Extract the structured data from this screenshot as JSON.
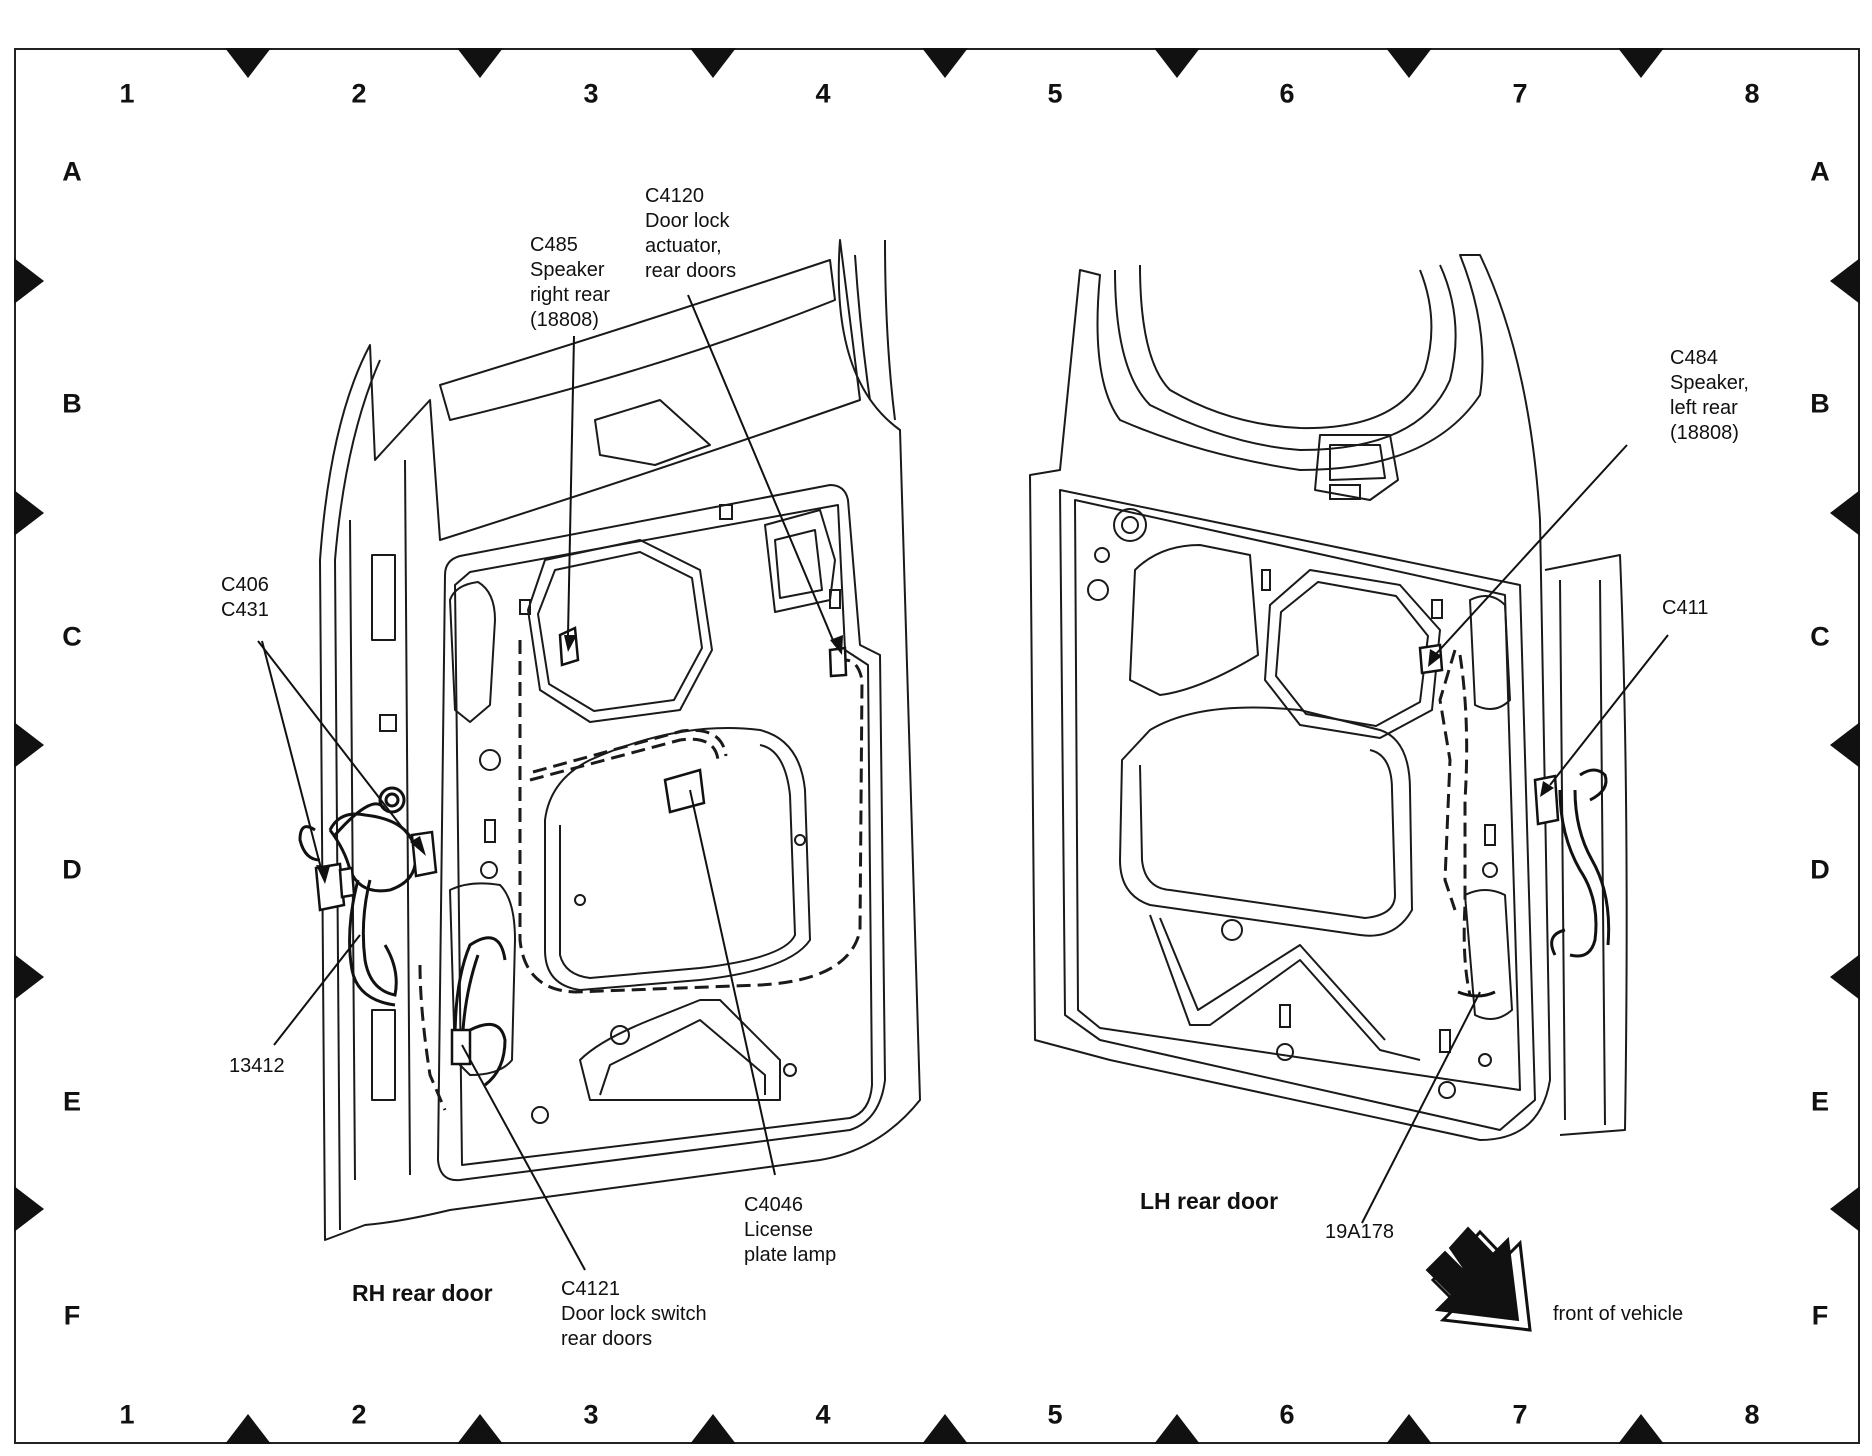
{
  "grid": {
    "columns": [
      "1",
      "2",
      "3",
      "4",
      "5",
      "6",
      "7",
      "8"
    ],
    "rows": [
      "A",
      "B",
      "C",
      "D",
      "E",
      "F"
    ]
  },
  "titles": {
    "rh_door": "RH rear door",
    "lh_door": "LH rear door"
  },
  "callouts": {
    "c485": [
      "C485",
      "Speaker",
      "right rear",
      "(18808)"
    ],
    "c4120": [
      "C4120",
      "Door lock",
      "actuator,",
      "rear doors"
    ],
    "c484": [
      "C484",
      "Speaker,",
      "left rear",
      "(18808)"
    ],
    "c406_c431": [
      "C406",
      "C431"
    ],
    "c411": [
      "C411"
    ],
    "n13412": [
      "13412"
    ],
    "c4046": [
      "C4046",
      "License",
      "plate lamp"
    ],
    "c4121": [
      "C4121",
      "Door lock switch",
      "rear doors"
    ],
    "n19a178": [
      "19A178"
    ]
  },
  "direction": {
    "label": "front of vehicle",
    "icon": "direction-arrow-icon"
  }
}
